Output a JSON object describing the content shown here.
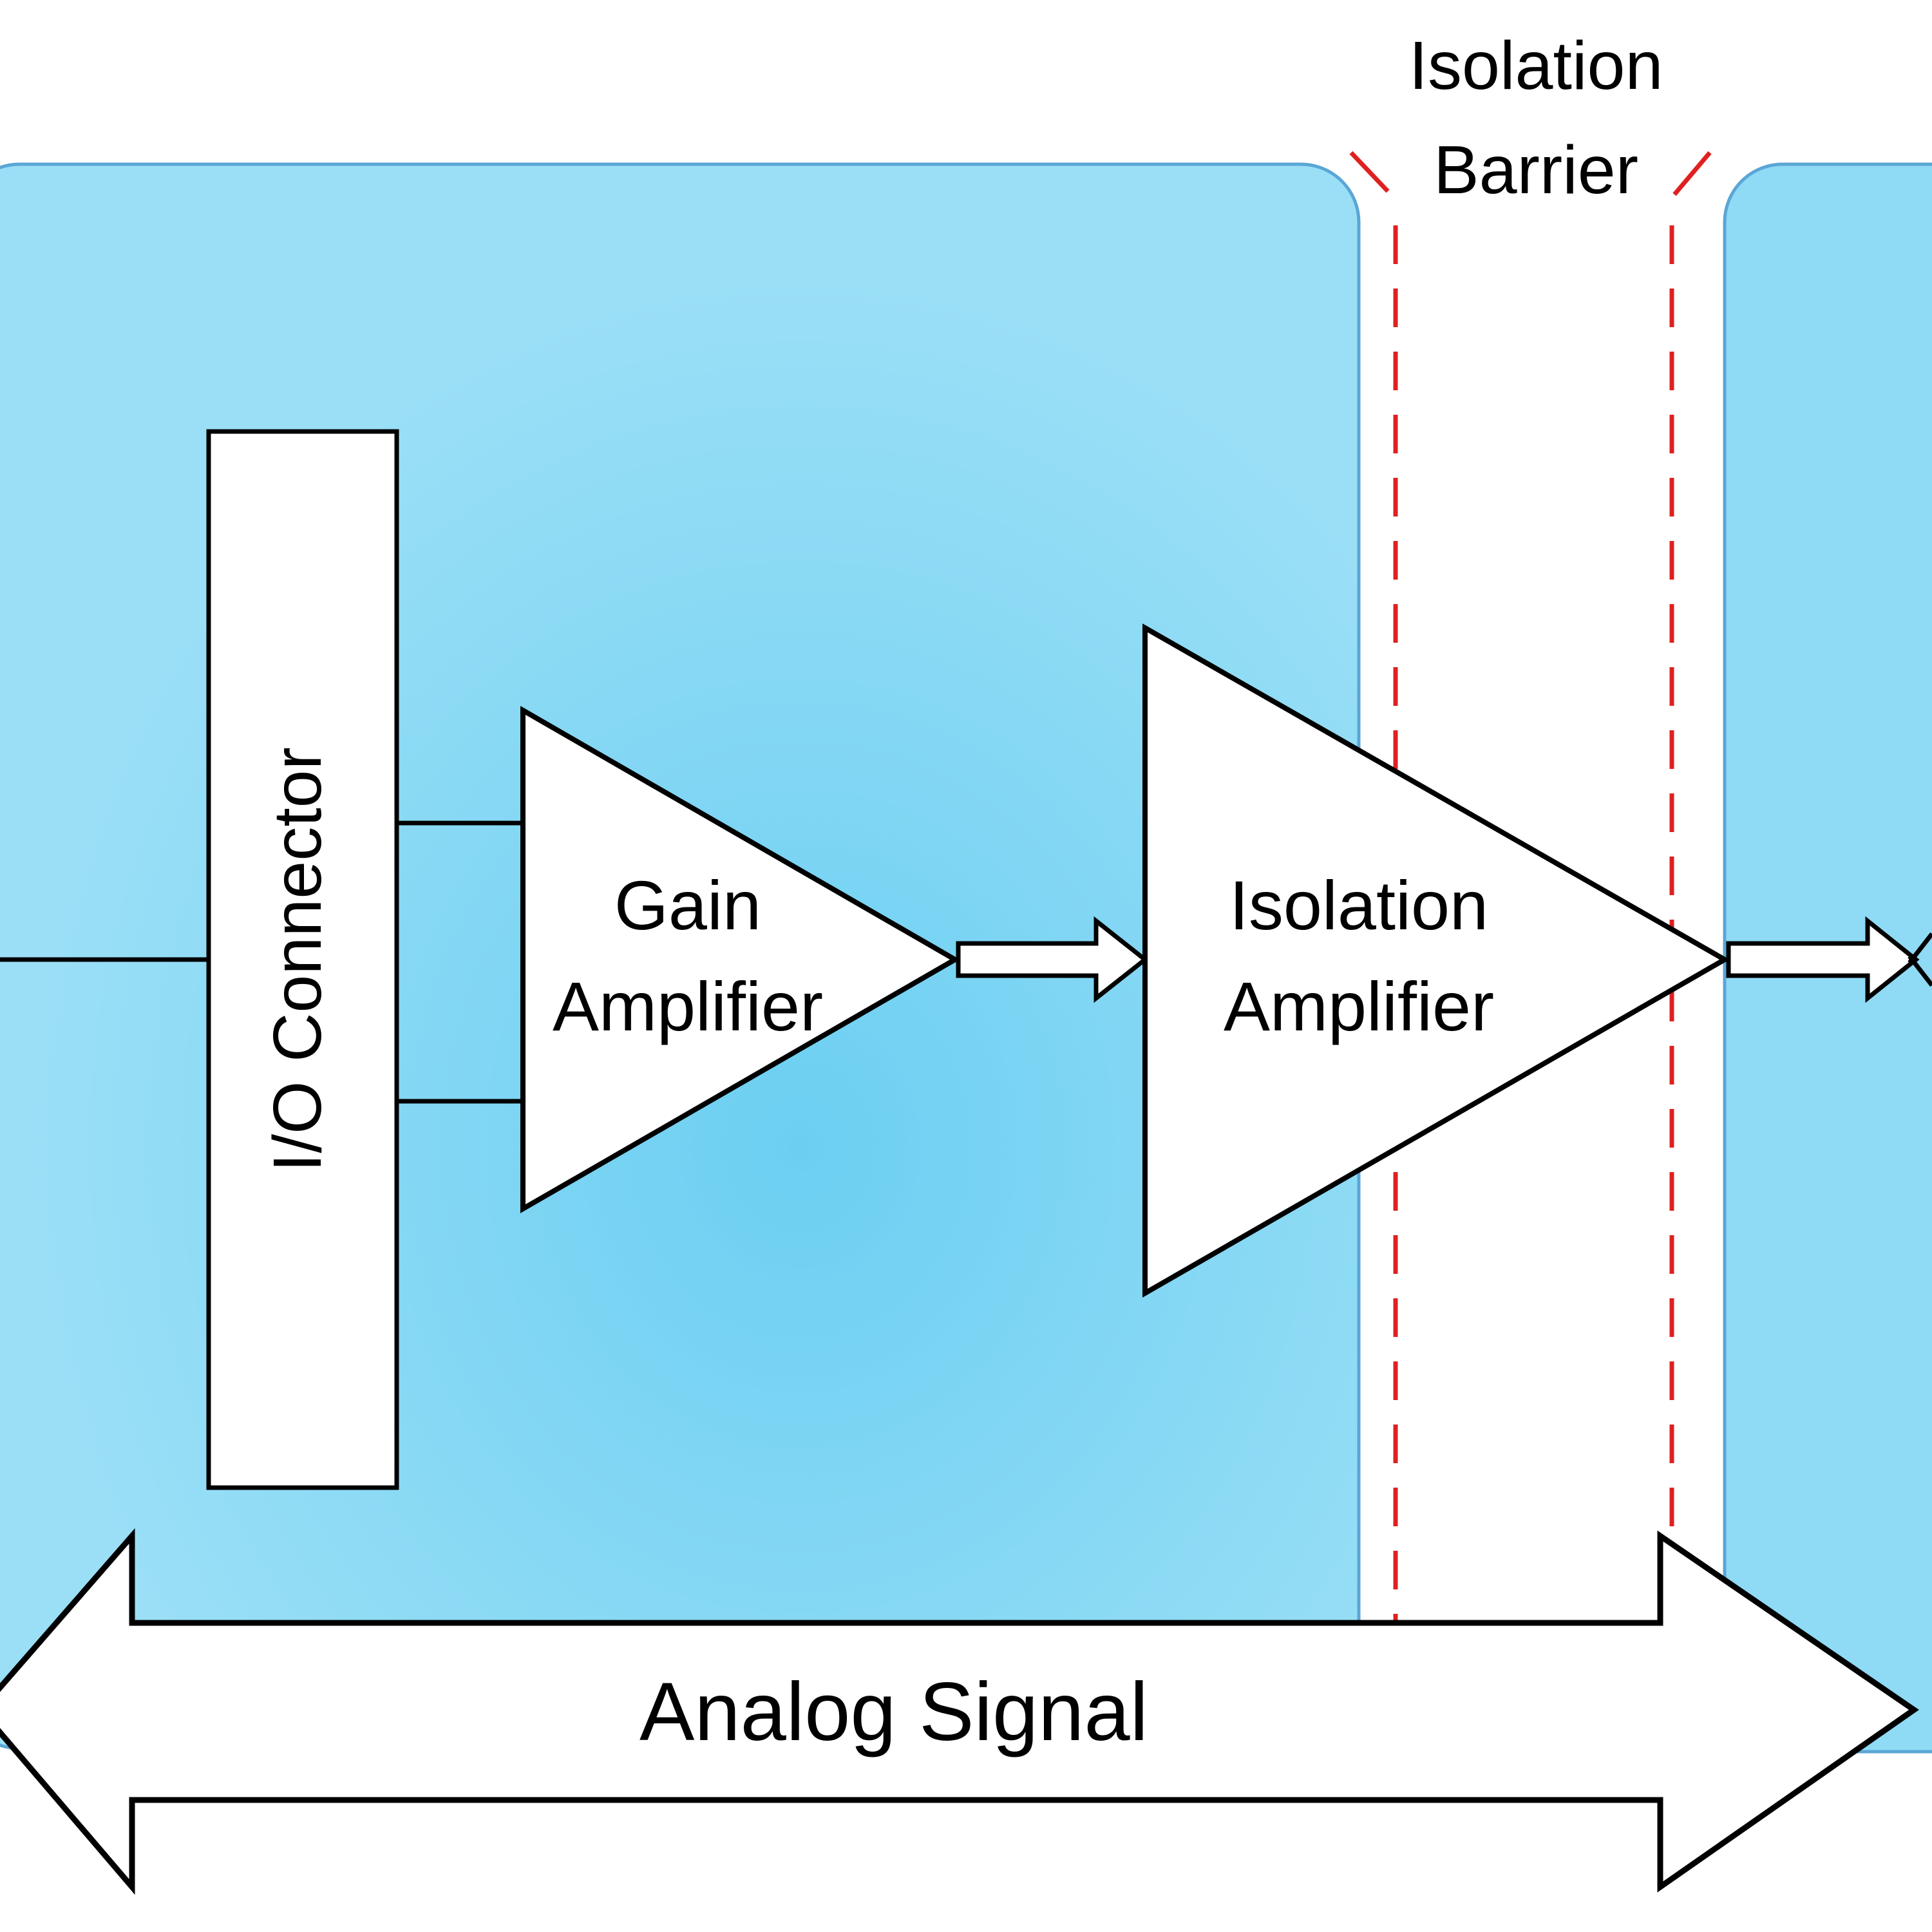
{
  "isolation_barrier": {
    "label_line1": "Isolation",
    "label_line2": "Barrier",
    "line_color": "#e02020"
  },
  "blocks": {
    "io_connector": "I/O Connector",
    "gain_amplifier": {
      "line1": "Gain",
      "line2": "Amplifier"
    },
    "isolation_amplifier": {
      "line1": "Isolation",
      "line2": "Amplifier"
    }
  },
  "signal_arrow": {
    "label": "Analog Signal"
  },
  "colors": {
    "panel_light": "#9adcf4",
    "panel_dark": "#6ccff2",
    "panel_border": "#5aa6d6",
    "block_fill": "#ffffff",
    "stroke": "#000000"
  }
}
